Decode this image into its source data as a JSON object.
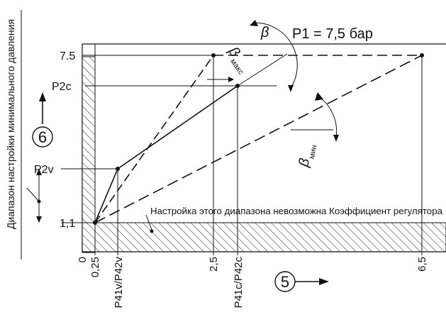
{
  "title": "P1 = 7,5 бар",
  "y_axis_title": "Диапазон настройки минимального давления",
  "hatch_note": "Настройка этого диапазона невозможна Коэффициент регулятора",
  "y_ticks": {
    "p_max": "7.5",
    "p2c": "P2c",
    "p2v": "P2v",
    "p_min": "1,1"
  },
  "x_ticks": {
    "zero": "0",
    "x025": "0,25",
    "p41v": "P41v/P42v",
    "x25": "2,5",
    "p41c": "P41c/P42c",
    "x65": "6,5"
  },
  "callouts": {
    "y_axis_marker": "6",
    "x_axis_marker": "5"
  },
  "angles": {
    "beta": "β",
    "beta_max_symbol": "β",
    "beta_max_sub": "макс",
    "beta_min_symbol": "β",
    "beta_min_sub": "мин"
  }
}
